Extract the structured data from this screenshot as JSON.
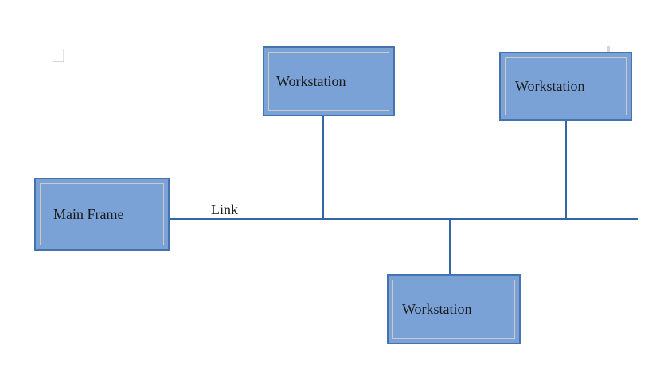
{
  "diagram": {
    "link_label": "Link",
    "nodes": [
      {
        "id": "main-frame",
        "label": "Main Frame"
      },
      {
        "id": "workstation-top",
        "label": "Workstation"
      },
      {
        "id": "workstation-right",
        "label": "Workstation"
      },
      {
        "id": "workstation-bottom",
        "label": "Workstation"
      }
    ],
    "colors": {
      "canvas_bg": "#FFFFFF",
      "node_fill": "#7AA2D7",
      "node_border": "#4673AE",
      "node_inner_border": "#CCCAC8",
      "connector": "#3465A6",
      "label_text": "#1A1A1A"
    }
  }
}
